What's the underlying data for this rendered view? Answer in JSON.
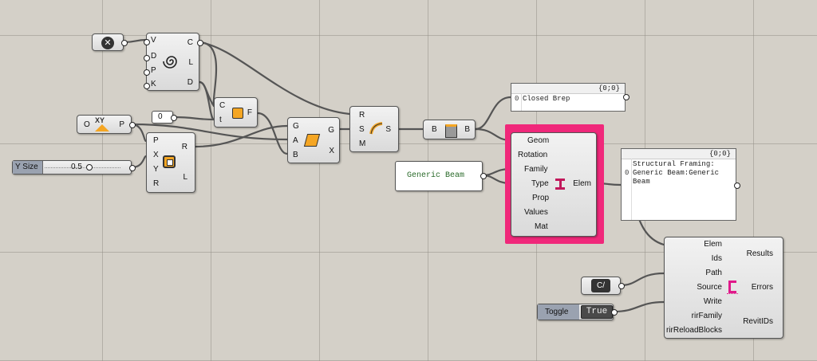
{
  "canvas": {
    "grid_color": "#96928a",
    "background": "#d4d0c8",
    "highlight_color": "#f0287a"
  },
  "cancel_node": {
    "glyph": "✕"
  },
  "graph_mapper": {
    "inputs": [
      "V",
      "D",
      "P",
      "K"
    ],
    "outputs": [
      "C",
      "L",
      "D"
    ]
  },
  "curve_param": {
    "inputs": [
      "C",
      "t"
    ],
    "outputs": [
      "F"
    ]
  },
  "number_zero": {
    "value": "0"
  },
  "xy_plane": {
    "input": "O",
    "output": "P",
    "glyph": "XY"
  },
  "rectangle": {
    "inputs": [
      "P",
      "X",
      "Y",
      "R"
    ],
    "outputs": [
      "R",
      "L"
    ]
  },
  "slider": {
    "label": "Y Size",
    "value": "0.5"
  },
  "sweep_node": {
    "inputs": [
      "G",
      "A",
      "B"
    ],
    "outputs": [
      "G",
      "X"
    ]
  },
  "rotate_node": {
    "inputs": [
      "R",
      "S",
      "M"
    ],
    "outputs": [
      "S"
    ]
  },
  "brep_node": {
    "input": "B",
    "output": "B"
  },
  "panel_brep": {
    "header": "{0;0}",
    "index": "0",
    "text": "Closed Brep"
  },
  "beam_name": {
    "text": "Generic Beam"
  },
  "structural_node": {
    "inputs": [
      "Geom",
      "Rotation",
      "Family",
      "Type",
      "Prop",
      "Values",
      "Mat"
    ],
    "output": "Elem"
  },
  "panel_elem": {
    "header": "{0;0}",
    "index": "0",
    "line1": "Structural Framing:",
    "line2": "Generic Beam:Generic",
    "line3": "Beam"
  },
  "export_node": {
    "inputs": [
      "Elem",
      "Ids",
      "Path",
      "Source",
      "Write",
      "rirFamily",
      "rirReloadBlocks"
    ],
    "outputs": [
      "Results",
      "Errors",
      "RevitIDs"
    ]
  },
  "path_node": {
    "glyph": "C/"
  },
  "toggle": {
    "label": "Toggle",
    "value": "True"
  }
}
